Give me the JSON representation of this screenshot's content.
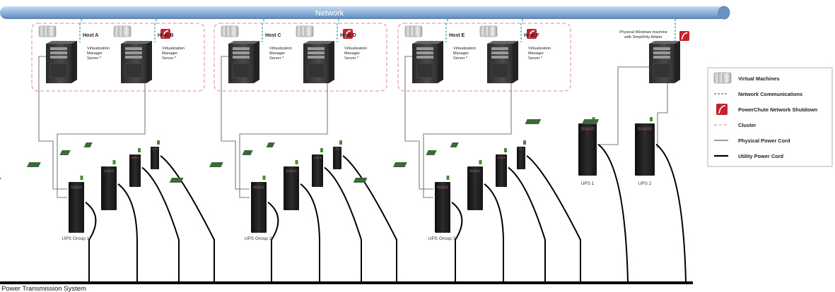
{
  "network": {
    "label": "Network"
  },
  "power_line": {
    "label": "Power Transmission System"
  },
  "groups": [
    {
      "name": "UPS Group 1",
      "hosts": [
        {
          "label": "Host A",
          "server_lines": [
            "Virtualization",
            "Manager",
            "Server *"
          ],
          "has_pcns": false
        },
        {
          "label": "Host B",
          "server_lines": [
            "Virtualization",
            "Manager",
            "Server *"
          ],
          "has_pcns": true
        }
      ]
    },
    {
      "name": "UPS Group 2",
      "hosts": [
        {
          "label": "Host C",
          "server_lines": [
            "Virtualization",
            "Manager",
            "Server *"
          ],
          "has_pcns": false
        },
        {
          "label": "Host D",
          "server_lines": [
            "Virtualization",
            "Manager",
            "Server *"
          ],
          "has_pcns": true
        }
      ]
    },
    {
      "name": "UPS Group 3",
      "hosts": [
        {
          "label": "Host E",
          "server_lines": [
            "Virtualization",
            "Manager",
            "Server *"
          ],
          "has_pcns": false
        },
        {
          "label": "Host F",
          "server_lines": [
            "Virtualization",
            "Manager",
            "Server *"
          ],
          "has_pcns": true
        }
      ]
    }
  ],
  "arbiter": {
    "lines": [
      "Physical Windows machine",
      "with SimpliVity Arbiter"
    ],
    "ups": [
      "UPS 1",
      "UPS 2"
    ]
  },
  "legend": [
    {
      "key": "vm",
      "label": "Virtual Machines"
    },
    {
      "key": "net",
      "label": "Network Communications"
    },
    {
      "key": "pcns",
      "label": "PowerChute Network Shutdown"
    },
    {
      "key": "cluster",
      "label": "Cluster"
    },
    {
      "key": "phys",
      "label": "Physical Power Cord"
    },
    {
      "key": "util",
      "label": "Utility Power Cord"
    }
  ],
  "colors": {
    "network": "#8fb3d9",
    "network_dash": "#3a9ab0",
    "cluster": "#e8a0b4",
    "pcns": "#c8202c",
    "server": "#3c3c3c",
    "ups": "#1e1e1e",
    "cord": "#7a7a7a"
  }
}
